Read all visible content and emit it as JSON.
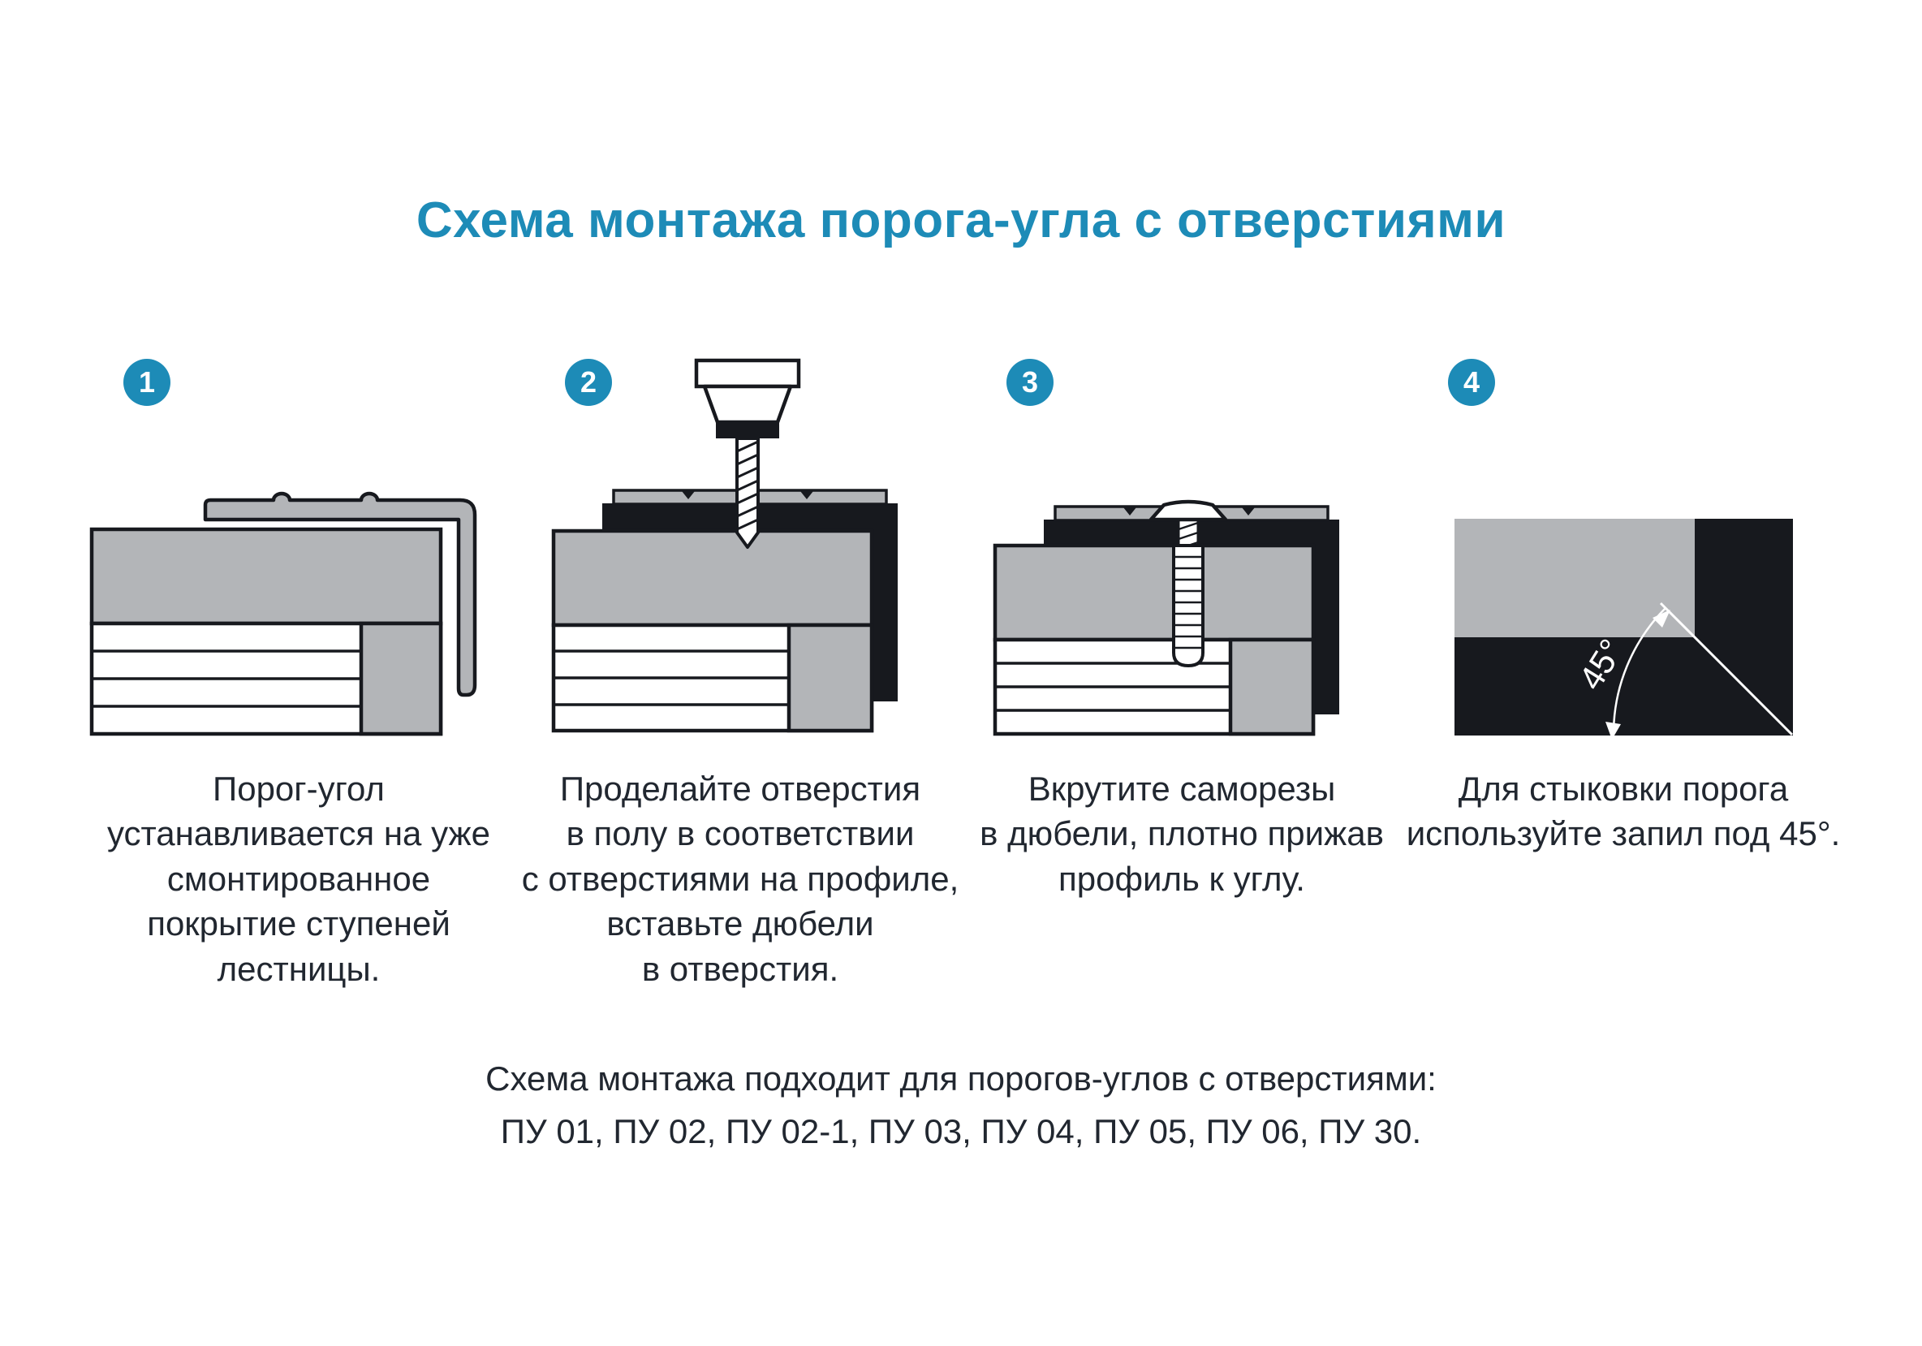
{
  "page": {
    "title": "Схема монтажа порога-угла с отверстиями"
  },
  "colors": {
    "accent": "#1d8bb7",
    "text": "#212730",
    "gray": "#b3b5b8",
    "dark": "#17191e"
  },
  "steps": [
    {
      "number": "1",
      "illustration": "stair-step-with-angle-profile",
      "caption": "Порог-угол\nустанавливается на уже\nсмонтированное\nпокрытие ступеней\nлестницы."
    },
    {
      "number": "2",
      "illustration": "drill-making-holes-in-floor",
      "caption": "Проделайте отверстия\nв полу в соответствии\nс отверстиями на профиле,\nвставьте дюбели\nв отверстия."
    },
    {
      "number": "3",
      "illustration": "screw-driven-into-dowel",
      "caption": "Вкрутите саморезы\nв дюбели, плотно прижав\nпрофиль к углу."
    },
    {
      "number": "4",
      "illustration": "45-degree-miter-joint",
      "angle_label": "45°",
      "caption": "Для стыковки порога\nиспользуйте запил под 45°."
    }
  ],
  "footer": {
    "line1": "Схема монтажа подходит для порогов-углов с отверстиями:",
    "line2": "ПУ 01, ПУ 02, ПУ 02-1, ПУ 03, ПУ 04, ПУ 05, ПУ 06, ПУ 30."
  }
}
